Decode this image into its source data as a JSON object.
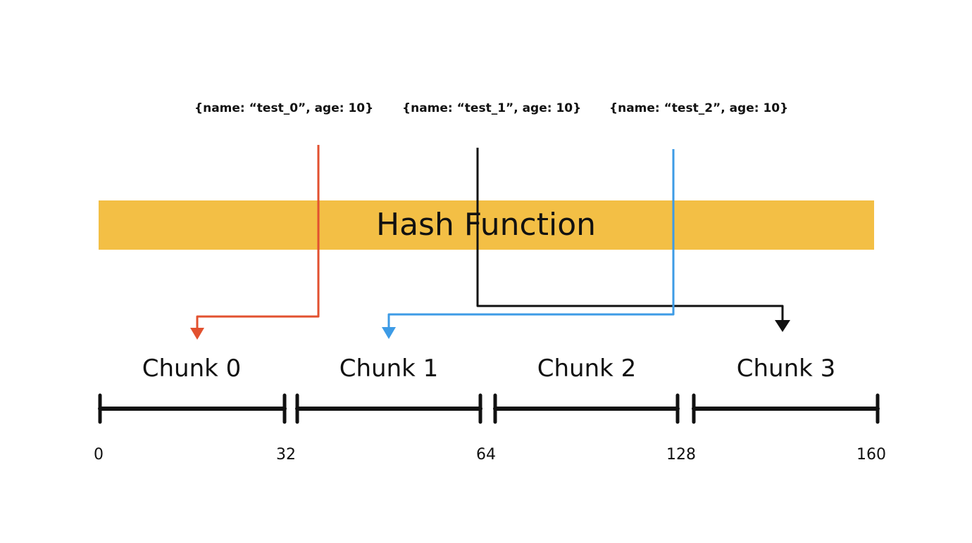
{
  "records": [
    {
      "text": "{name: “test_0”, age: 10}",
      "color": "#e2512f",
      "target_chunk": 0
    },
    {
      "text": "{name: “test_1”, age: 10}",
      "color": "#111111",
      "target_chunk": 3
    },
    {
      "text": "{name: “test_2”, age: 10}",
      "color": "#3d9be6",
      "target_chunk": 1
    }
  ],
  "hash_function": {
    "label": "Hash Function",
    "color": "#f3bf45"
  },
  "chunks": [
    {
      "label": "Chunk 0"
    },
    {
      "label": "Chunk 1"
    },
    {
      "label": "Chunk 2"
    },
    {
      "label": "Chunk 3"
    }
  ],
  "boundaries": [
    "0",
    "32",
    "64",
    "128",
    "160"
  ]
}
